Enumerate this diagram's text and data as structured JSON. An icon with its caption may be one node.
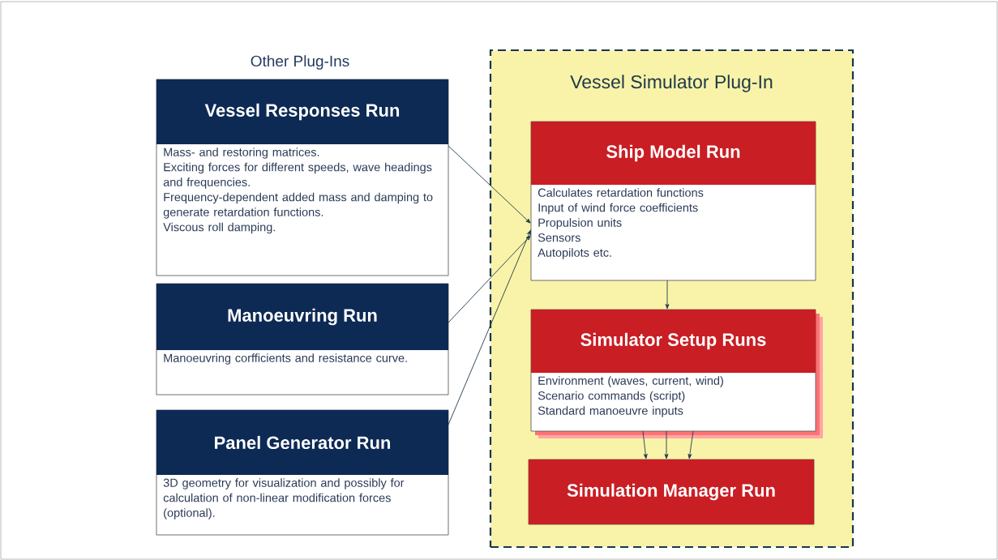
{
  "diagram": {
    "nodes": [
      {
        "text": [
          "Vessel Responses Run",
          "Mass- and restoring matrices.",
          "Exciting forces for different speeds, wave headings and frequencies.",
          "Frequency-dependent added mass and damping to generate retardation functions.",
          "Viscous roll damping."
        ]
      },
      {
        "text": [
          "Manoeuvring Run",
          "Manoeuvring corfficients and resistance curve."
        ]
      },
      {
        "text": [
          "Panel Generator Run",
          "3D geometry for visualization and possibly for calculation of non-linear modification forces (optional)."
        ]
      },
      {
        "text": [
          "Vessel Simulator Plug-In"
        ]
      },
      {
        "text": [
          "Ship Model Run",
          "Calculates retardation functions",
          "Input of wind force coefficients",
          "Propulsion units",
          "Sensors",
          "Autopilots etc."
        ],
        "in": 3
      },
      {
        "text": [
          "Simulator Setup Runs",
          "Environment (waves, current, wind)",
          "Scenario commands (script)",
          "Standard manoeuvre inputs"
        ],
        "in": 3
      },
      {
        "text": [
          "Simulation Manager Run"
        ],
        "in": 3
      }
    ],
    "edges": [
      {
        "from": 0,
        "to": 4,
        "arrow": "to"
      },
      {
        "from": 1,
        "to": 4,
        "arrow": "to"
      },
      {
        "from": 2,
        "to": 4,
        "arrow": "to"
      },
      {
        "from": 4,
        "to": 5,
        "arrow": "to"
      },
      {
        "from": 5,
        "to": 6,
        "arrow": "to"
      },
      {
        "from": 5,
        "to": 6,
        "arrow": "to"
      },
      {
        "from": 5,
        "to": 6,
        "arrow": "to"
      }
    ],
    "labels": [
      "Other Plug-Ins"
    ]
  }
}
